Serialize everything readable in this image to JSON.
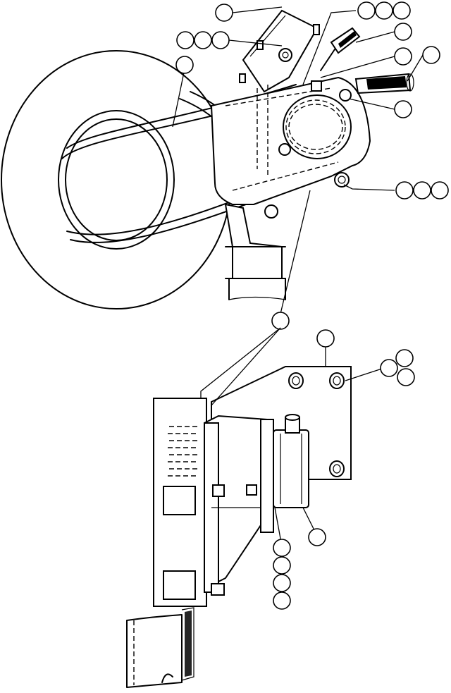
{
  "diagram": {
    "callout_count": 26,
    "upper_view": "belt-drive-assembly",
    "lower_view": "pump-mounting-assembly"
  }
}
